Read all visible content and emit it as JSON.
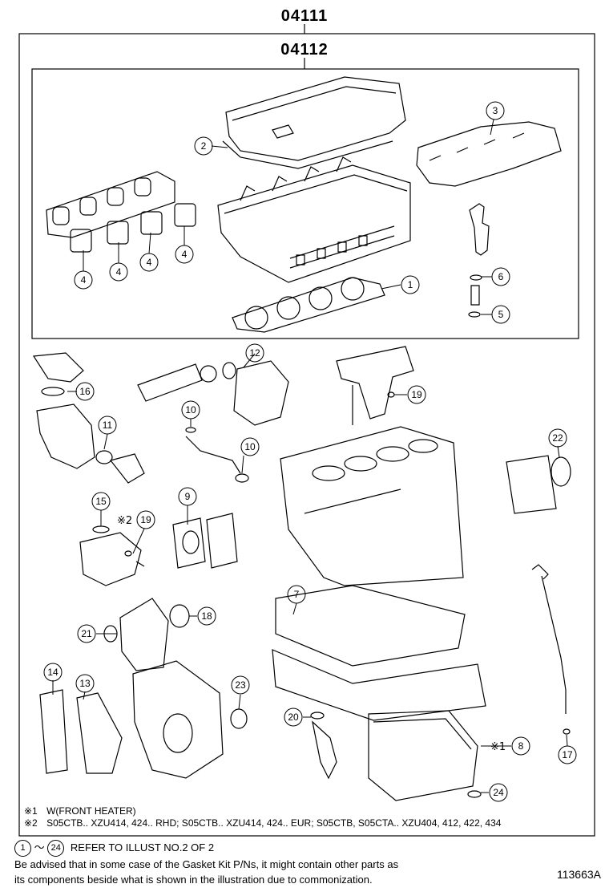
{
  "kit_outer": {
    "code": "04111"
  },
  "kit_inner": {
    "code": "04112"
  },
  "callouts": [
    {
      "id": "c1",
      "label": "1"
    },
    {
      "id": "c2",
      "label": "2"
    },
    {
      "id": "c3",
      "label": "3"
    },
    {
      "id": "c4a",
      "label": "4"
    },
    {
      "id": "c4b",
      "label": "4"
    },
    {
      "id": "c4c",
      "label": "4"
    },
    {
      "id": "c4d",
      "label": "4"
    },
    {
      "id": "c5",
      "label": "5"
    },
    {
      "id": "c6",
      "label": "6"
    },
    {
      "id": "c7",
      "label": "7"
    },
    {
      "id": "c8",
      "label": "8"
    },
    {
      "id": "c9",
      "label": "9"
    },
    {
      "id": "c10a",
      "label": "10"
    },
    {
      "id": "c10b",
      "label": "10"
    },
    {
      "id": "c11",
      "label": "11"
    },
    {
      "id": "c12",
      "label": "12"
    },
    {
      "id": "c13",
      "label": "13"
    },
    {
      "id": "c14",
      "label": "14"
    },
    {
      "id": "c15",
      "label": "15"
    },
    {
      "id": "c16",
      "label": "16"
    },
    {
      "id": "c17",
      "label": "17"
    },
    {
      "id": "c18",
      "label": "18"
    },
    {
      "id": "c19a",
      "label": "19"
    },
    {
      "id": "c19b",
      "label": "19"
    },
    {
      "id": "c20",
      "label": "20"
    },
    {
      "id": "c21",
      "label": "21"
    },
    {
      "id": "c22",
      "label": "22"
    },
    {
      "id": "c23",
      "label": "23"
    },
    {
      "id": "c24",
      "label": "24"
    }
  ],
  "marks": {
    "m1": "※1",
    "m2": "※2"
  },
  "notes": {
    "note1_mark": "※1",
    "note1_text": "W(FRONT HEATER)",
    "note2_mark": "※2",
    "note2_text": "S05CTB.. XZU414, 424.. RHD; S05CTB.. XZU414, 424.. EUR; S05CTB, S05CTA.. XZU404, 412, 422, 434"
  },
  "footer": {
    "range_start": "1",
    "range_sep": "～",
    "range_end": "24",
    "refer_text": "REFER TO ILLUST NO.2 OF 2",
    "advice_line1": "Be advised that in some case of the Gasket Kit P/Ns,  it might contain other parts as",
    "advice_line2": "its components beside what is shown in the illustration due to commonization.",
    "figure_id": "113663A"
  }
}
